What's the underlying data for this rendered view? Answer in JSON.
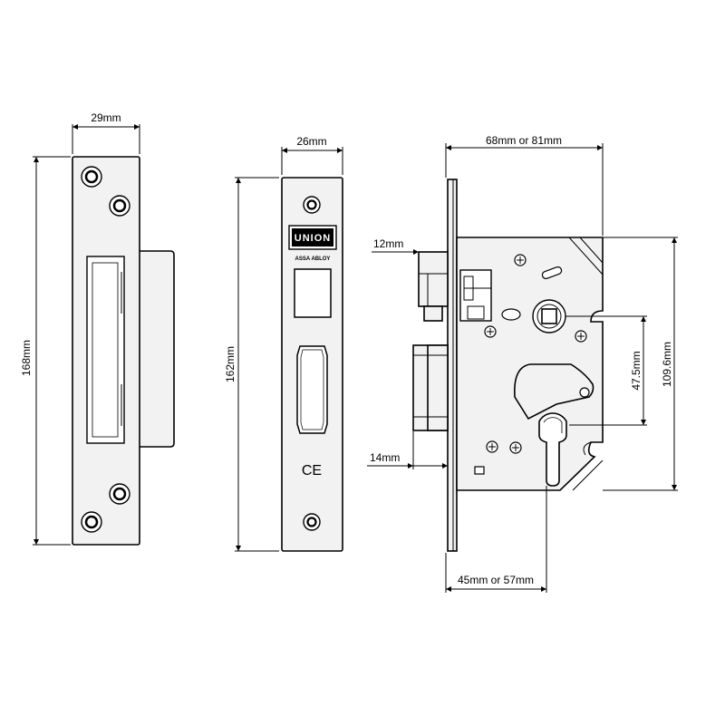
{
  "strike_plate": {
    "width_label": "29mm",
    "height_label": "168mm"
  },
  "forend": {
    "width_label": "26mm",
    "height_label": "162mm",
    "brand_logo": "UNION",
    "brand_subtext": "ASSA ABLOY",
    "ce_mark": "CE"
  },
  "lock_body": {
    "case_width_label": "68mm or 81mm",
    "latch_projection_label": "12mm",
    "deadbolt_projection_label": "14mm",
    "centres_label": "47.5mm",
    "case_height_label": "109.6mm",
    "backset_label": "45mm or 57mm"
  },
  "colors": {
    "line": "#000000",
    "fill": "#f2f2f2",
    "background": "#ffffff"
  }
}
